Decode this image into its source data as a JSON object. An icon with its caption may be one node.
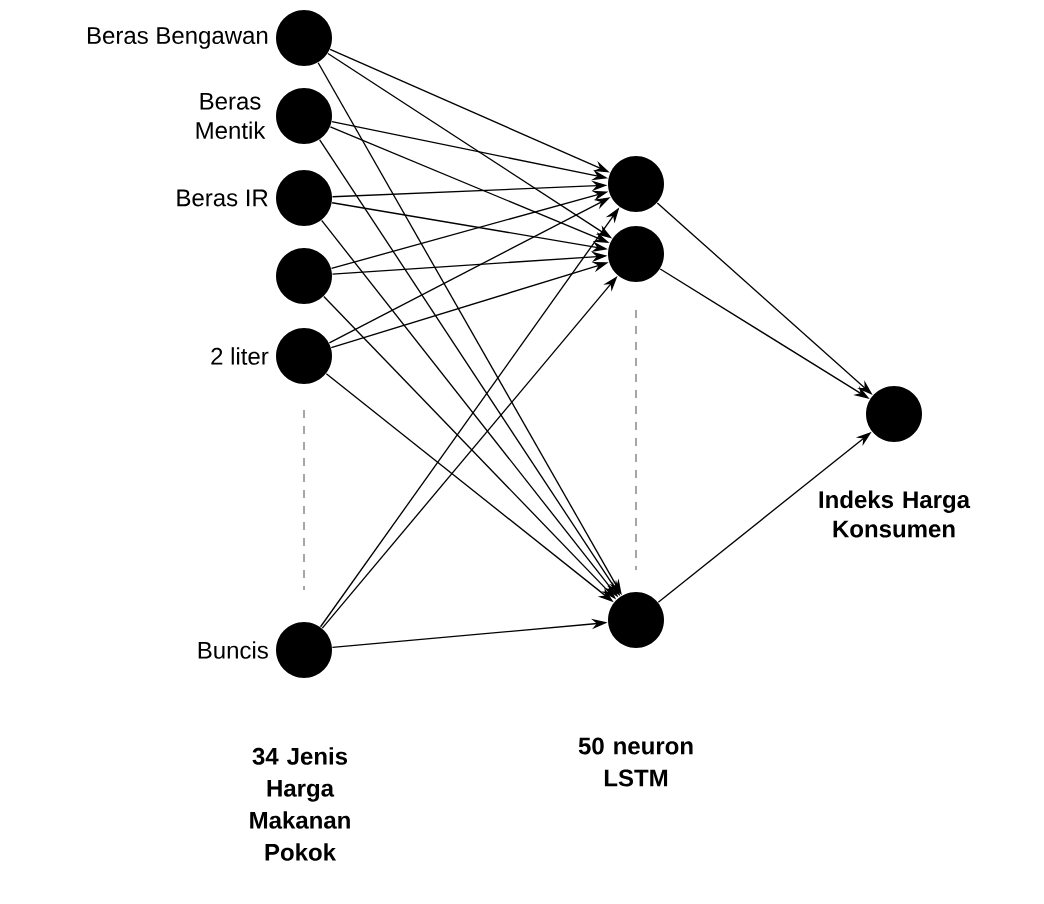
{
  "diagram": {
    "nodes": [
      {
        "text": [],
        "shape": "circle",
        "beside": [
          "Beras Bengawan"
        ]
      },
      {
        "text": [],
        "shape": "circle",
        "beside": [
          "Beras Mentik"
        ]
      },
      {
        "text": [],
        "shape": "circle",
        "beside": [
          "Beras IR"
        ]
      },
      {
        "text": [],
        "shape": "circle"
      },
      {
        "text": [],
        "shape": "circle",
        "beside": [
          "2 liter"
        ]
      },
      {
        "text": [],
        "shape": "circle",
        "beside": [
          "Buncis"
        ]
      },
      {
        "text": [],
        "shape": "circle"
      },
      {
        "text": [],
        "shape": "circle"
      },
      {
        "text": [],
        "shape": "circle"
      },
      {
        "text": [],
        "shape": "circle",
        "beside": [
          "Indeks Harga Konsumen"
        ]
      }
    ],
    "edges": [
      {
        "from": 0,
        "to": 6,
        "arrow": "to"
      },
      {
        "from": 0,
        "to": 7,
        "arrow": "to"
      },
      {
        "from": 0,
        "to": 8,
        "arrow": "to"
      },
      {
        "from": 1,
        "to": 6,
        "arrow": "to"
      },
      {
        "from": 1,
        "to": 7,
        "arrow": "to"
      },
      {
        "from": 1,
        "to": 8,
        "arrow": "to"
      },
      {
        "from": 2,
        "to": 6,
        "arrow": "to"
      },
      {
        "from": 2,
        "to": 7,
        "arrow": "to"
      },
      {
        "from": 2,
        "to": 8,
        "arrow": "to"
      },
      {
        "from": 3,
        "to": 6,
        "arrow": "to"
      },
      {
        "from": 3,
        "to": 7,
        "arrow": "to"
      },
      {
        "from": 3,
        "to": 8,
        "arrow": "to"
      },
      {
        "from": 4,
        "to": 6,
        "arrow": "to"
      },
      {
        "from": 4,
        "to": 7,
        "arrow": "to"
      },
      {
        "from": 4,
        "to": 8,
        "arrow": "to"
      },
      {
        "from": 5,
        "to": 6,
        "arrow": "to"
      },
      {
        "from": 5,
        "to": 7,
        "arrow": "to"
      },
      {
        "from": 5,
        "to": 8,
        "arrow": "to"
      },
      {
        "from": 6,
        "to": 9,
        "arrow": "to"
      },
      {
        "from": 7,
        "to": 9,
        "arrow": "to"
      },
      {
        "from": 8,
        "to": 9,
        "arrow": "to"
      }
    ],
    "labels": [
      "34 Jenis Harga Makanan Pokok",
      "50 neuron LSTM"
    ]
  }
}
